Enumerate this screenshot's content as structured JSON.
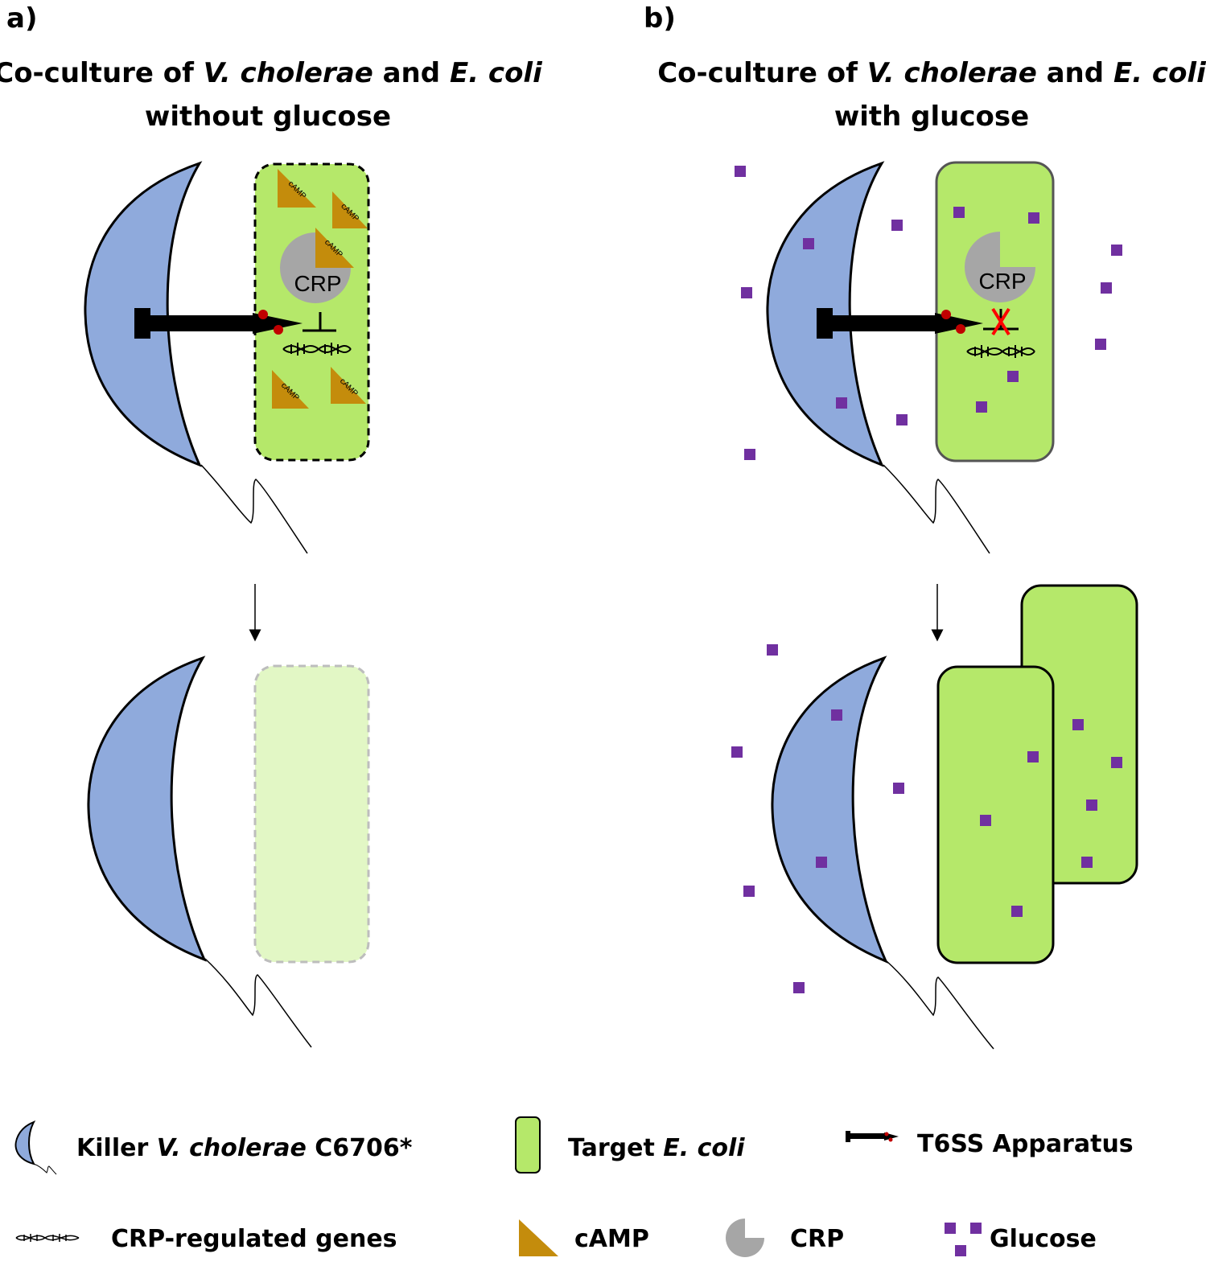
{
  "panel_a": {
    "label": "a)",
    "title_parts": [
      "Co-culture of ",
      "V. cholerae",
      " and ",
      "E. coli"
    ],
    "subtitle": "without glucose",
    "crp_label": "CRP",
    "camp_text": "cAMP"
  },
  "panel_b": {
    "label": "b)",
    "title_parts": [
      "Co-culture of ",
      "V. cholerae",
      " and ",
      "E. coli"
    ],
    "subtitle": "with glucose",
    "crp_label": "CRP"
  },
  "legend": {
    "killer": [
      "Killer ",
      "V. cholerae",
      " C6706*"
    ],
    "target": [
      "Target ",
      "E. coli"
    ],
    "t6ss": "T6SS Apparatus",
    "genes": "CRP-regulated genes",
    "camp": "cAMP",
    "crp": "CRP",
    "glucose": "Glucose"
  },
  "colors": {
    "vibrio": "#8faadc",
    "ecoli": "#b5e86a",
    "ecoli_faded": "#e2f7c5",
    "camp": "#c48c0c",
    "crp": "#a6a6a6",
    "glucose": "#7030a0",
    "effector": "#c00000",
    "block_x": "#ff0000"
  }
}
